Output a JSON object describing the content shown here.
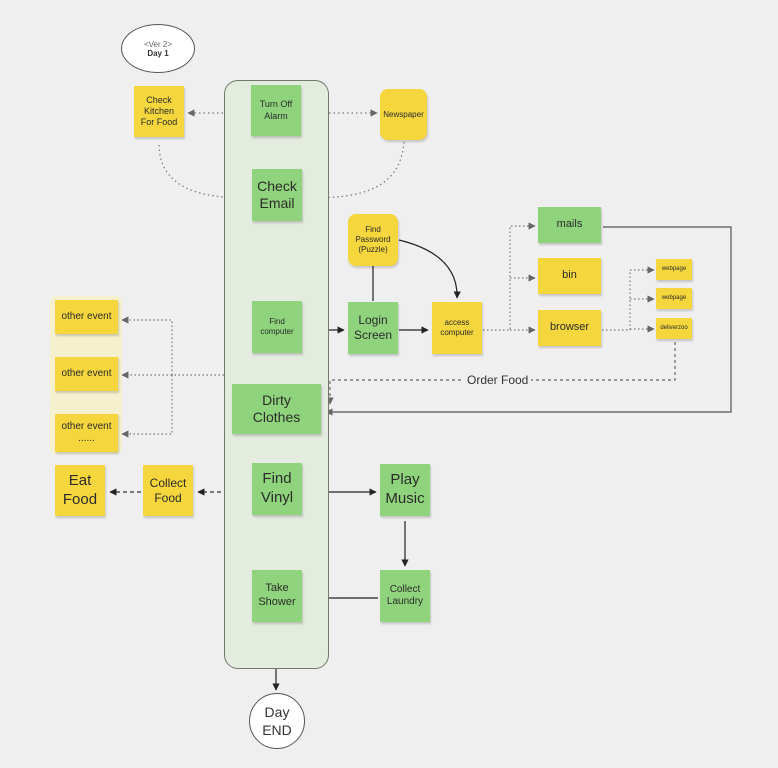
{
  "version_label": "<Ver 2>",
  "start_label": "Day 1",
  "end_label": "Day\nEND",
  "edge_labels": {
    "order_food": "Order Food"
  },
  "notes": {
    "turn_off_alarm": "Turn Off\nAlarm",
    "check_kitchen": "Check\nKitchen\nFor Food",
    "newspaper": "Newspaper",
    "check_email": "Check\nEmail",
    "find_password": "Find\nPassword\n(Puzzle)",
    "mails": "mails",
    "bin": "bin",
    "browser": "browser",
    "webpage_1": "webpage",
    "webpage_2": "webpage",
    "deliverzoo": "deliverzoo",
    "find_computer": "Find\ncomputer",
    "login_screen": "Login\nScreen",
    "access_computer": "access\ncomputer",
    "other_event_1": "other event",
    "other_event_2": "other event",
    "other_event_3": "other event\n......",
    "dirty_clothes": "Dirty\nClothes",
    "eat_food": "Eat\nFood",
    "collect_food": "Collect\nFood",
    "find_vinyl": "Find\nVinyl",
    "play_music": "Play\nMusic",
    "take_shower": "Take\nShower",
    "collect_laundry": "Collect\nLaundry"
  },
  "colors": {
    "green_note": "#8fd47c",
    "yellow_note": "#f5d63d",
    "lane": "#e4ebdf",
    "background": "#efefef"
  }
}
